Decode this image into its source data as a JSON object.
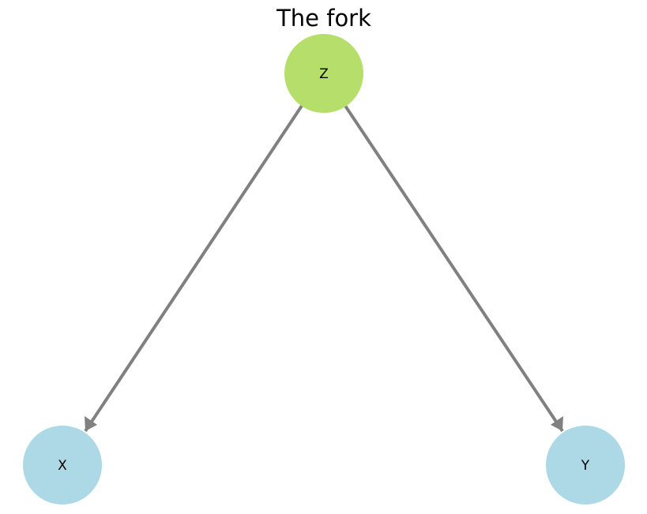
{
  "title": "The fork",
  "nodes": [
    {
      "id": "Z",
      "label": "Z",
      "color": "#b5df6a"
    },
    {
      "id": "X",
      "label": "X",
      "color": "#add8e6"
    },
    {
      "id": "Y",
      "label": "Y",
      "color": "#add8e6"
    }
  ],
  "edges": [
    {
      "from": "Z",
      "to": "X"
    },
    {
      "from": "Z",
      "to": "Y"
    }
  ],
  "edge_color": "#808080"
}
